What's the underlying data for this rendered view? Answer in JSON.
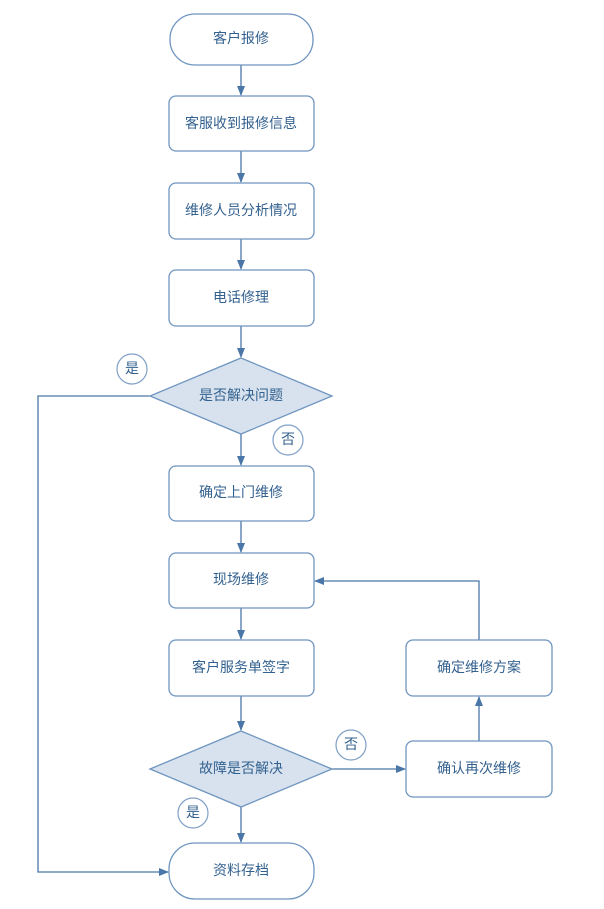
{
  "nodes": {
    "start": "客户报修",
    "receive": "客服收到报修信息",
    "analyze": "维修人员分析情况",
    "phone": "电话修理",
    "decision1": "是否解决问题",
    "onsite_confirm": "确定上门维修",
    "onsite": "现场维修",
    "sign": "客户服务单签字",
    "decision2": "故障是否解决",
    "reconfirm": "确认再次维修",
    "plan": "确定维修方案",
    "end": "资料存档"
  },
  "edge_labels": {
    "d1_yes": "是",
    "d1_no": "否",
    "d2_yes": "是",
    "d2_no": "否"
  }
}
